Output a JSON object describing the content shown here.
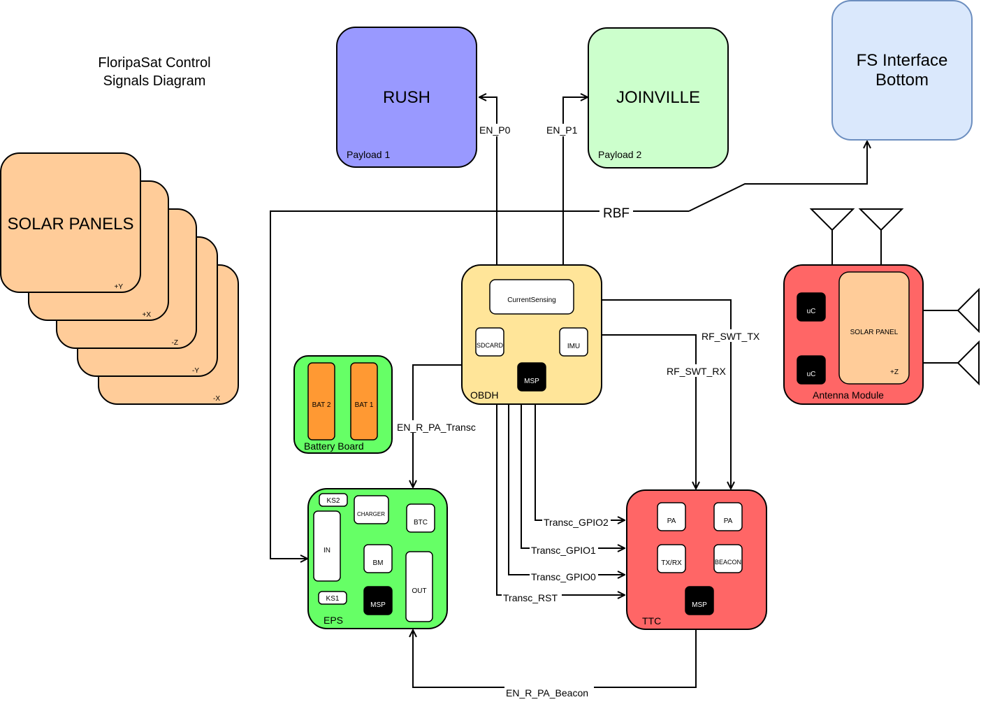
{
  "diagram": {
    "title_line1": "FloripaSat Control",
    "title_line2": "Signals Diagram"
  },
  "solar_panels": {
    "title": "SOLAR PANELS",
    "faces": [
      "-X",
      "-Y",
      "-Z",
      "+X",
      "+Y"
    ]
  },
  "payloads": {
    "rush": {
      "title": "RUSH",
      "subtitle": "Payload 1",
      "color": "#9999ff"
    },
    "joinville": {
      "title": "JOINVILLE",
      "subtitle": "Payload 2",
      "color": "#ccffcc"
    }
  },
  "fs_interface": {
    "line1": "FS Interface",
    "line2": "Bottom",
    "color": "#dae8fc"
  },
  "obdh": {
    "name": "OBDH",
    "color": "#ffe599",
    "current_sensing": "CurrentSensing",
    "sdcard": "SDCARD",
    "imu": "IMU",
    "msp": "MSP"
  },
  "battery_board": {
    "name": "Battery Board",
    "color": "#66ff66",
    "bat2": "BAT 2",
    "bat1": "BAT 1",
    "battery_color": "#ff9933"
  },
  "eps": {
    "name": "EPS",
    "color": "#66ff66",
    "ks2": "KS2",
    "charger": "CHARGER",
    "btc": "BTC",
    "in": "IN",
    "bm": "BM",
    "out": "OUT",
    "ks1": "KS1",
    "msp": "MSP"
  },
  "ttc": {
    "name": "TTC",
    "color": "#ff6666",
    "pa_left": "PA",
    "pa_right": "PA",
    "txrx": "TX/RX",
    "beacon": "BEACON",
    "msp": "MSP"
  },
  "antenna_module": {
    "name": "Antenna Module",
    "color": "#ff6666",
    "uc_top": "uC",
    "uc_bottom": "uC",
    "solar_panel": "SOLAR PANEL",
    "solar_face": "+Z"
  },
  "signals": {
    "en_p0": "EN_P0",
    "en_p1": "EN_P1",
    "rbf": "RBF",
    "rf_swt_tx": "RF_SWT_TX",
    "rf_swt_rx": "RF_SWT_RX",
    "en_r_pa_transc": "EN_R_PA_Transc",
    "transc_gpio2": "Transc_GPIO2",
    "transc_gpio1": "Transc_GPIO1",
    "transc_gpio0": "Transc_GPIO0",
    "transc_rst": "Transc_RST",
    "en_r_pa_beacon": "EN_R_PA_Beacon"
  }
}
